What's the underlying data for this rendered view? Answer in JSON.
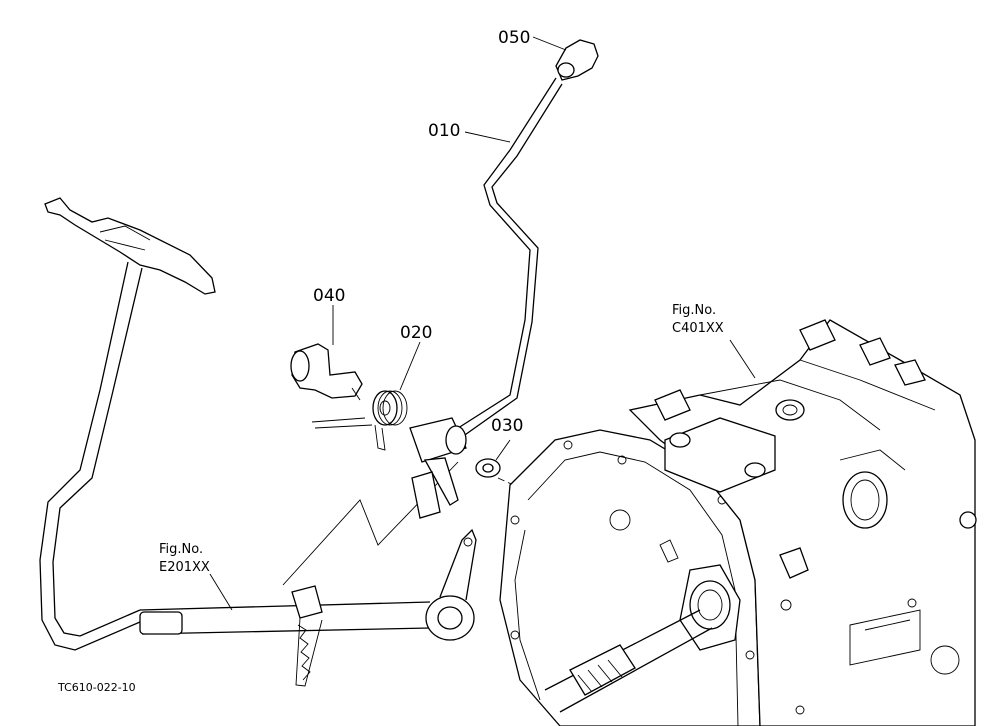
{
  "callouts": {
    "part_050": "050",
    "part_010": "010",
    "part_040": "040",
    "part_020": "020",
    "part_030": "030"
  },
  "references": {
    "ref_c": {
      "line1": "Fig.No.",
      "line2": "C401XX"
    },
    "ref_e": {
      "line1": "Fig.No.",
      "line2": "E201XX"
    }
  },
  "drawing_code": "TC610-022-10"
}
